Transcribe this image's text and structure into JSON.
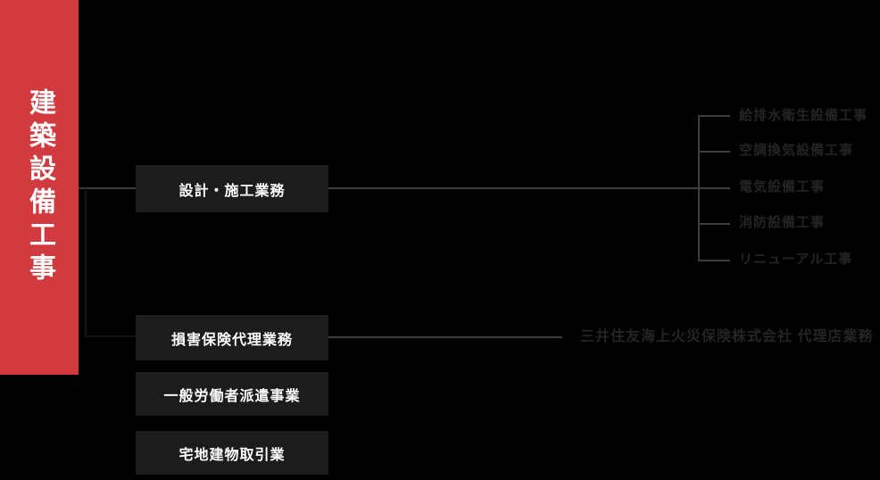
{
  "banner": {
    "label": "建築設備工事",
    "color": "#d13a3f"
  },
  "nodes": {
    "design": {
      "label": "設計・施工業務"
    },
    "insurance": {
      "label": "損害保険代理業務"
    },
    "dispatch": {
      "label": "一般労働者派遣事業"
    },
    "realestate": {
      "label": "宅地建物取引業"
    }
  },
  "design_children": [
    {
      "label": "給排水衛生設備工事"
    },
    {
      "label": "空調換気設備工事"
    },
    {
      "label": "電気設備工事"
    },
    {
      "label": "消防設備工事"
    },
    {
      "label": "リニューアル工事"
    }
  ],
  "insurance_note": {
    "label": "三井住友海上火災保険株式会社 代理店業務"
  },
  "colors": {
    "background": "#000000",
    "banner_bg": "#d13a3f",
    "node_bg": "#1c1c1c",
    "node_text": "#ffffff",
    "line": "#3d3d3d",
    "dim_text": "#242424"
  }
}
